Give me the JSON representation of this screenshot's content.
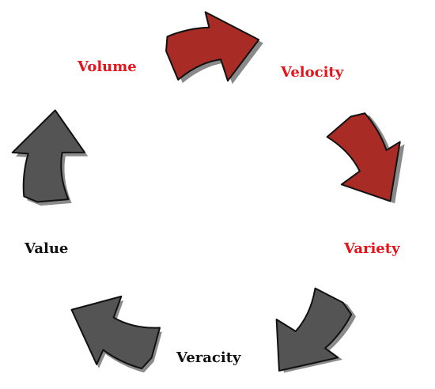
{
  "labels": {
    "volume": "Volume",
    "velocity": "Velocity",
    "variety": "Variety",
    "veracity": "Veracity",
    "value": "Value"
  },
  "colors": {
    "red_arrow": "#a82b25",
    "gray_arrow": "#545454",
    "outline": "#111111",
    "shadow": "#8a8a8a",
    "red_text": "#e4141a",
    "dark_text": "#111111"
  }
}
